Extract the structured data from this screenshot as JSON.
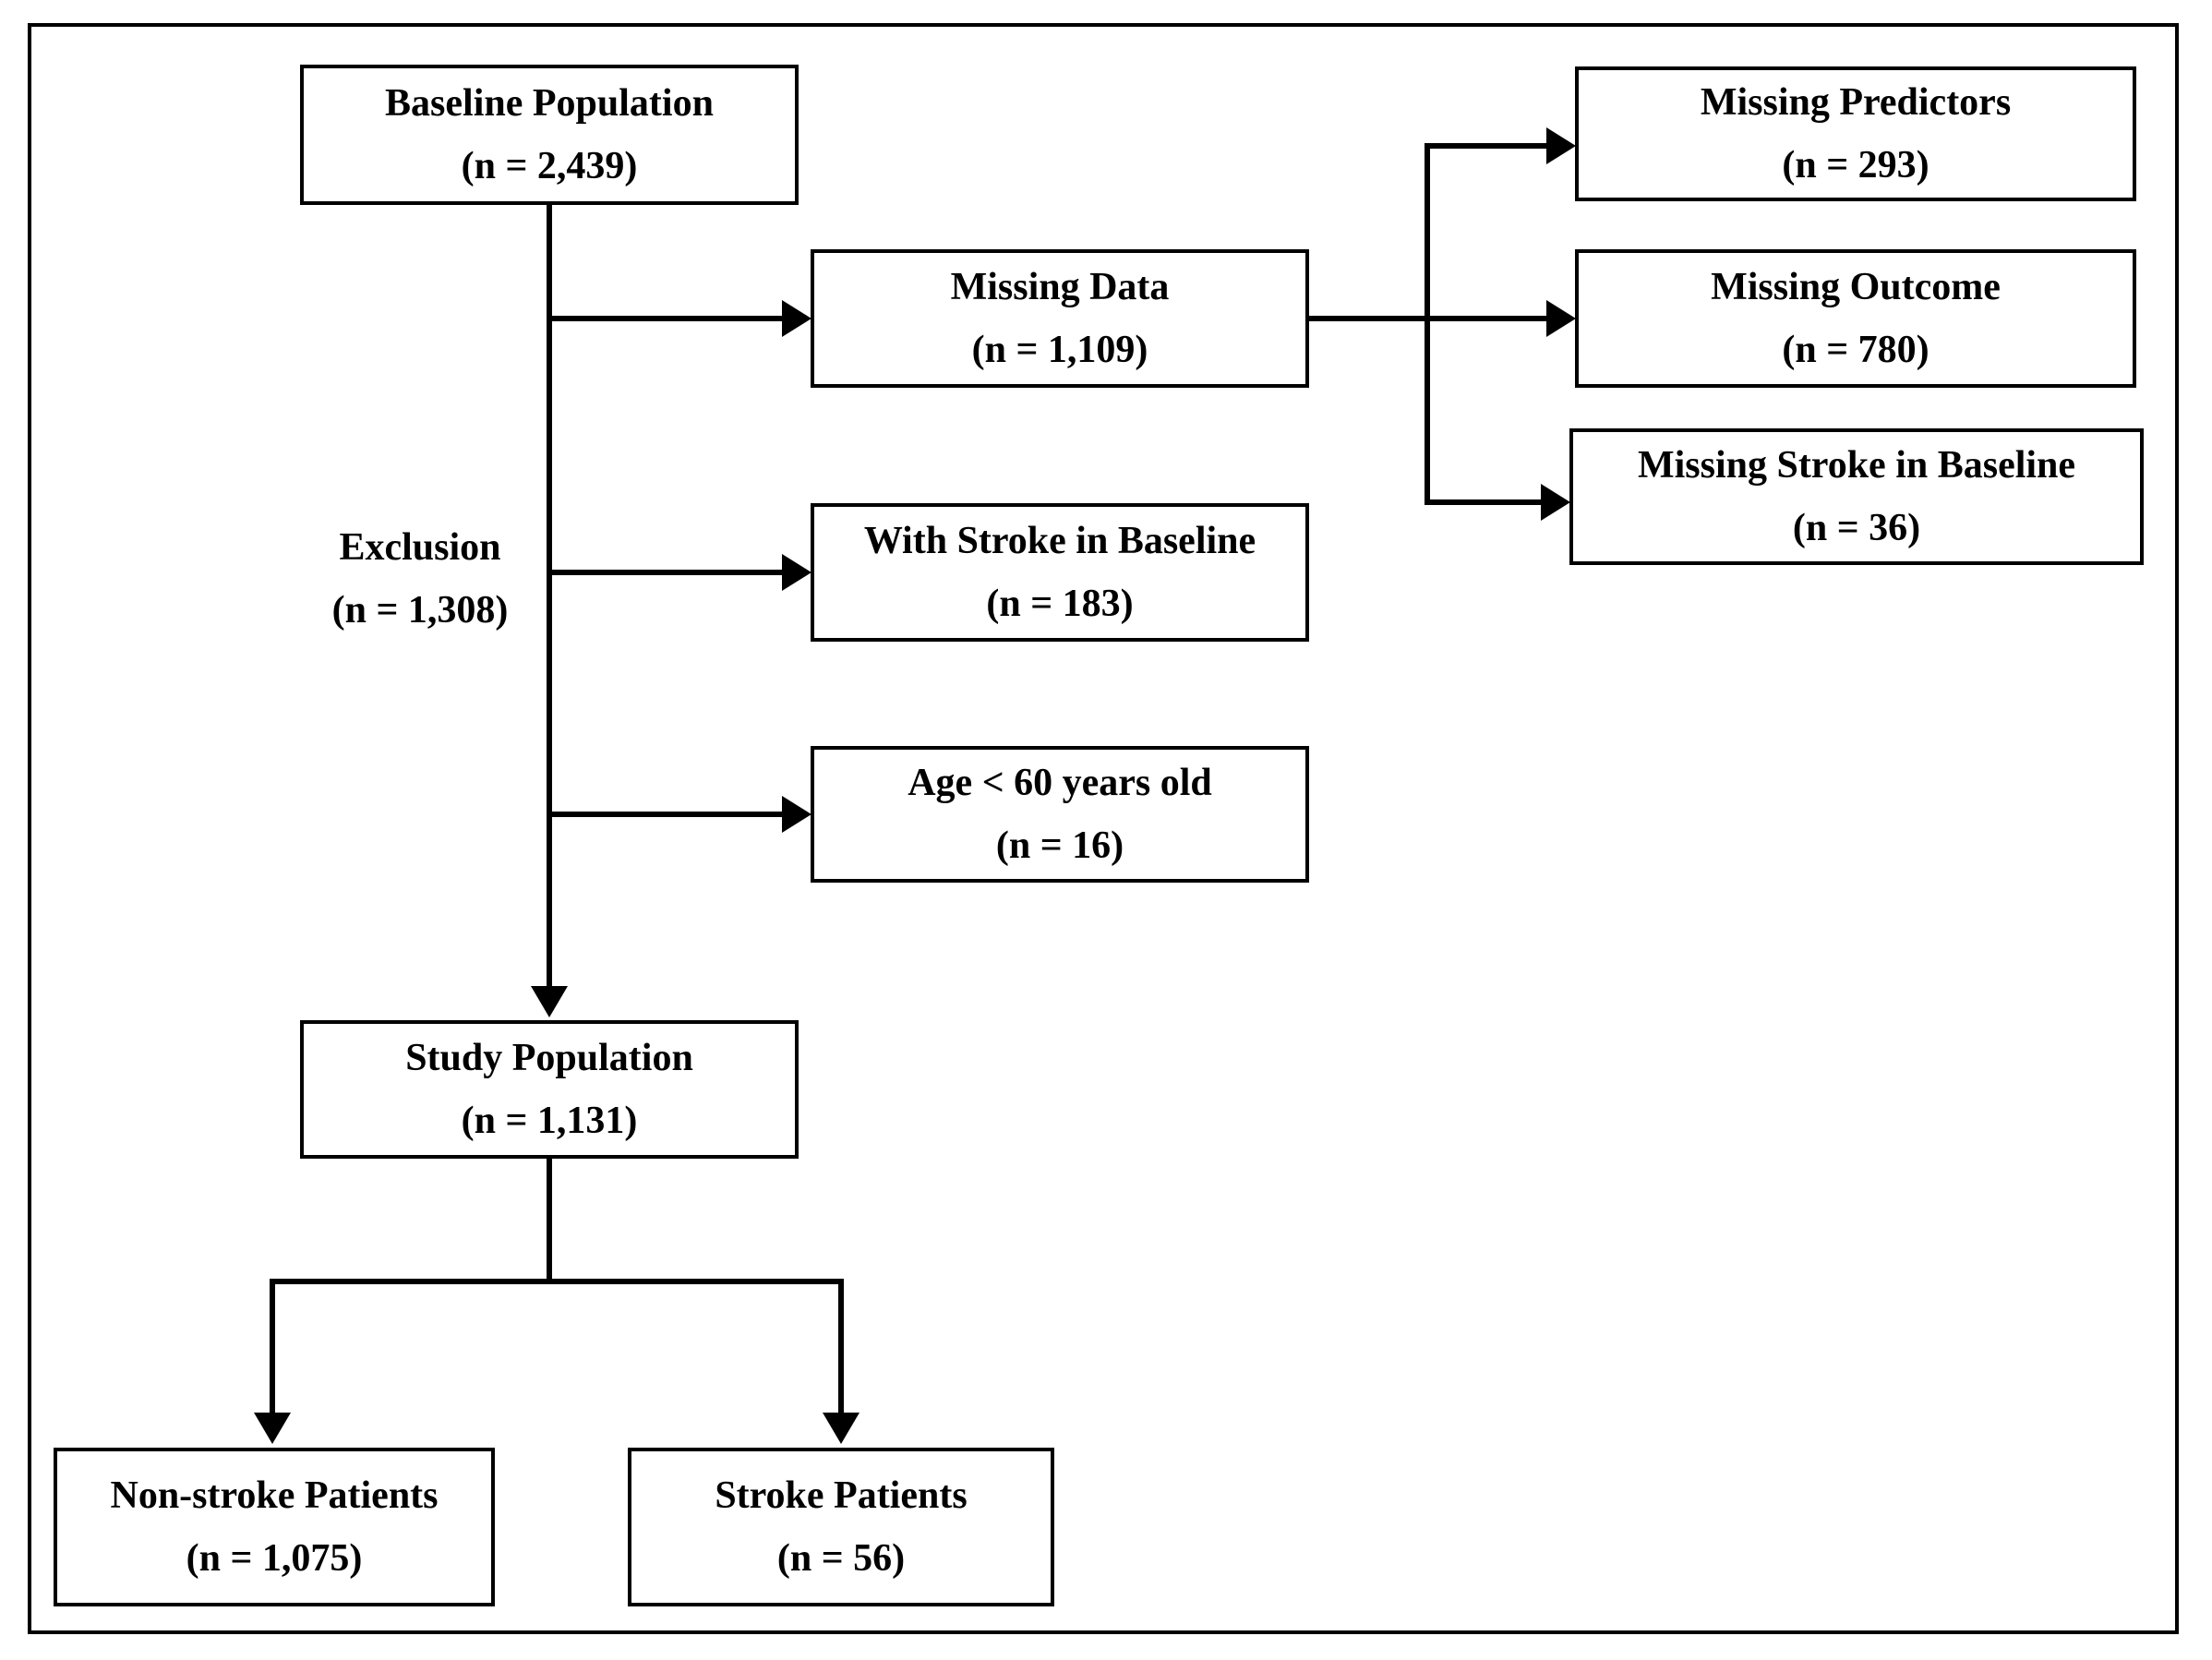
{
  "diagram": {
    "type": "flowchart",
    "description": "Patient selection flow diagram",
    "colors": {
      "line": "#000000",
      "box_border": "#000000",
      "text": "#000000",
      "background": "#ffffff"
    },
    "nodes": {
      "baseline": {
        "title": "Baseline Population",
        "count": "(n = 2,439)"
      },
      "missing_data": {
        "title": "Missing Data",
        "count": "(n = 1,109)"
      },
      "missing_predictors": {
        "title": "Missing Predictors",
        "count": "(n = 293)"
      },
      "missing_outcome": {
        "title": "Missing Outcome",
        "count": "(n = 780)"
      },
      "missing_stroke_baseline": {
        "title": "Missing Stroke in Baseline",
        "count": "(n = 36)"
      },
      "with_stroke_baseline": {
        "title": "With Stroke in Baseline",
        "count": "(n = 183)"
      },
      "age_lt_60": {
        "title": "Age < 60 years old",
        "count": "(n = 16)"
      },
      "study_population": {
        "title": "Study Population",
        "count": "(n = 1,131)"
      },
      "non_stroke_patients": {
        "title": "Non-stroke Patients",
        "count": "(n = 1,075)"
      },
      "stroke_patients": {
        "title": "Stroke Patients",
        "count": "(n = 56)"
      }
    },
    "edge_labels": {
      "exclusion": {
        "title": "Exclusion",
        "count": "(n = 1,308)"
      }
    },
    "edges": [
      {
        "from": "baseline",
        "to": "study_population",
        "label": "Exclusion (n = 1,308)"
      },
      {
        "from": "baseline_trunk",
        "to": "missing_data"
      },
      {
        "from": "baseline_trunk",
        "to": "with_stroke_baseline"
      },
      {
        "from": "baseline_trunk",
        "to": "age_lt_60"
      },
      {
        "from": "missing_data",
        "to": "missing_predictors"
      },
      {
        "from": "missing_data",
        "to": "missing_outcome"
      },
      {
        "from": "missing_data",
        "to": "missing_stroke_baseline"
      },
      {
        "from": "study_population",
        "to": "non_stroke_patients"
      },
      {
        "from": "study_population",
        "to": "stroke_patients"
      }
    ]
  }
}
